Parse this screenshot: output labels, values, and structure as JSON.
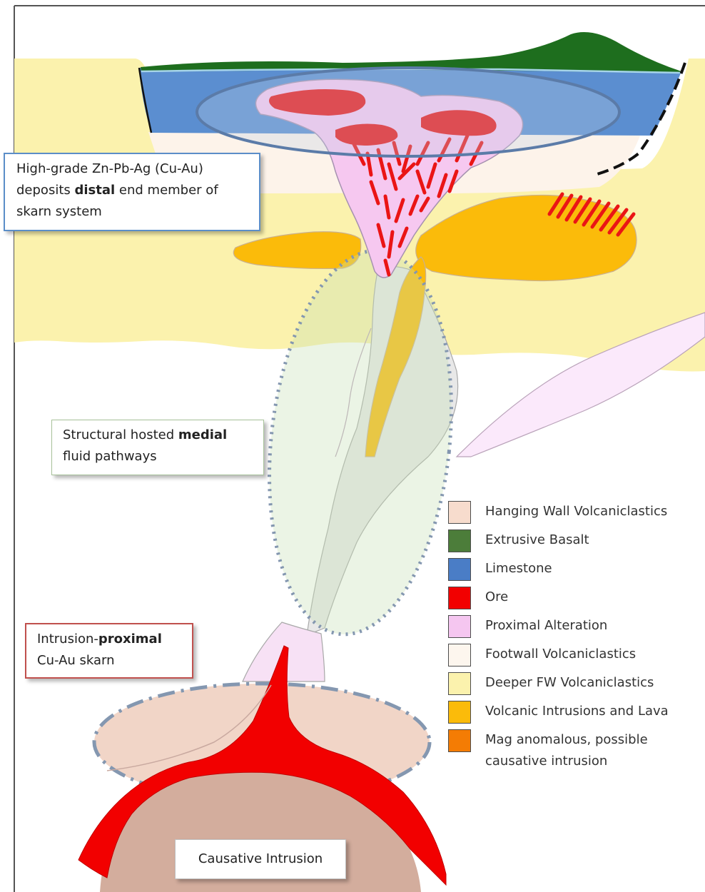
{
  "callouts": {
    "distal": {
      "pre": "High-grade Zn-Pb-Ag (Cu-Au) deposits ",
      "bold": "distal",
      "post": " end member  of skarn system"
    },
    "medial": {
      "pre": "Structural hosted ",
      "bold": "medial",
      "post": " fluid pathways"
    },
    "proximal": {
      "pre": "Intrusion-",
      "bold": "proximal",
      "post": " Cu-Au skarn"
    },
    "causative": "Causative Intrusion"
  },
  "legend": [
    {
      "label": "Hanging Wall Volcaniclastics",
      "color": "#f7dccd"
    },
    {
      "label": "Extrusive Basalt",
      "color": "#4c7d3a"
    },
    {
      "label": "Limestone",
      "color": "#4a7dc6"
    },
    {
      "label": "Ore",
      "color": "#f20000"
    },
    {
      "label": "Proximal Alteration",
      "color": "#f5c6f0"
    },
    {
      "label": "Footwall Volcaniclastics",
      "color": "#fdf6ee"
    },
    {
      "label": "Deeper  FW Volcaniclastics",
      "color": "#fbf2ad"
    },
    {
      "label": "Volcanic Intrusions and Lava",
      "color": "#fbbb0a"
    },
    {
      "label": "Mag anomalous, possible causative intrusion",
      "color": "#f47c04"
    }
  ]
}
